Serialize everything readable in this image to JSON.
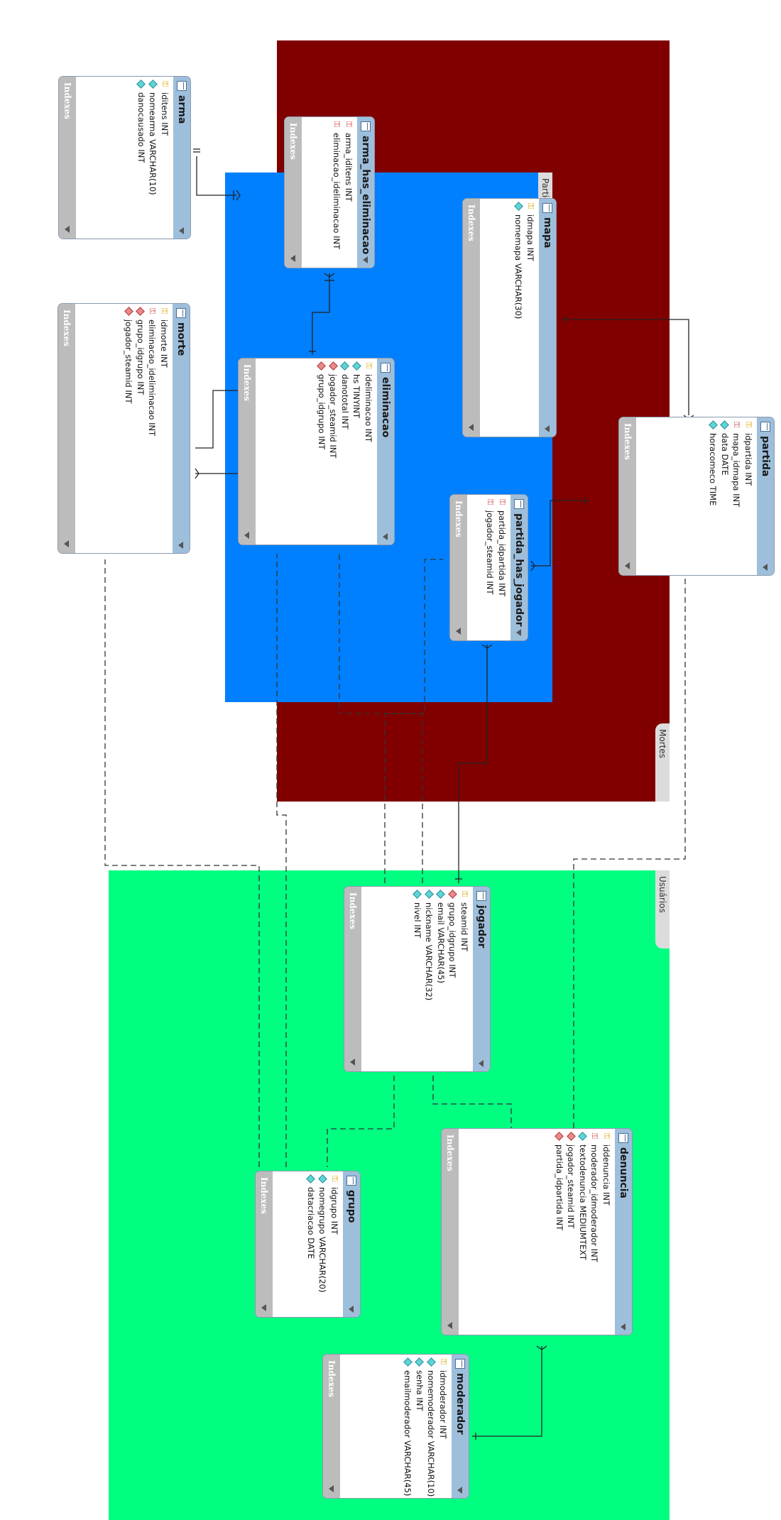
{
  "layers": {
    "mortes": {
      "name": "Mortes",
      "color": "#800000"
    },
    "partidas": {
      "name": "Partidas",
      "color": "#0080ff"
    },
    "usuarios": {
      "name": "Usuários",
      "color": "#00ff80"
    }
  },
  "index_label": "Indexes",
  "tables": {
    "arma": {
      "name": "arma",
      "columns": [
        "iditens INT",
        "nomearma VARCHAR(10)",
        "danocausado INT"
      ]
    },
    "arma_has_eliminacao": {
      "name": "arma_has_eliminacao",
      "columns": [
        "arma_iditens INT",
        "eliminacao_ideliminacao INT"
      ]
    },
    "morte": {
      "name": "morte",
      "columns": [
        "idmorte INT",
        "eliminacao_ideliminacao INT",
        "grupo_idgrupo INT",
        "jogador_steamid INT"
      ]
    },
    "eliminacao": {
      "name": "eliminacao",
      "columns": [
        "ideliminacao INT",
        "hs TINYINT",
        "danototal INT",
        "jogador_steamid INT",
        "grupo_idgrupo INT"
      ]
    },
    "mapa": {
      "name": "mapa",
      "columns": [
        "idmapa INT",
        "nomemapa VARCHAR(30)"
      ]
    },
    "partida": {
      "name": "partida",
      "columns": [
        "idpartida INT",
        "mapa_idmapa INT",
        "data DATE",
        "horacomeco TIME"
      ]
    },
    "partida_has_jogador": {
      "name": "partida_has_jogador",
      "columns": [
        "partida_idpartida INT",
        "jogador_steamid INT"
      ]
    },
    "jogador": {
      "name": "jogador",
      "columns": [
        "steamid INT",
        "grupo_idgrupo INT",
        "email VARCHAR(45)",
        "nickname VARCHAR(32)",
        "nivel INT"
      ]
    },
    "grupo": {
      "name": "grupo",
      "columns": [
        "idgrupo INT",
        "nomegrupo VARCHAR(20)",
        "datacriacao DATE"
      ]
    },
    "denuncia": {
      "name": "denuncia",
      "columns": [
        "iddenuncia INT",
        "moderador_idmoderador INT",
        "textodenuncia MEDIUMTEXT",
        "jogador_steamid INT",
        "partida_idpartida INT"
      ]
    },
    "moderador": {
      "name": "moderador",
      "columns": [
        "idmoderador INT",
        "nomemoderador VARCHAR(10)",
        "senha INT",
        "emailmoderador VARCHAR(45)"
      ]
    }
  }
}
